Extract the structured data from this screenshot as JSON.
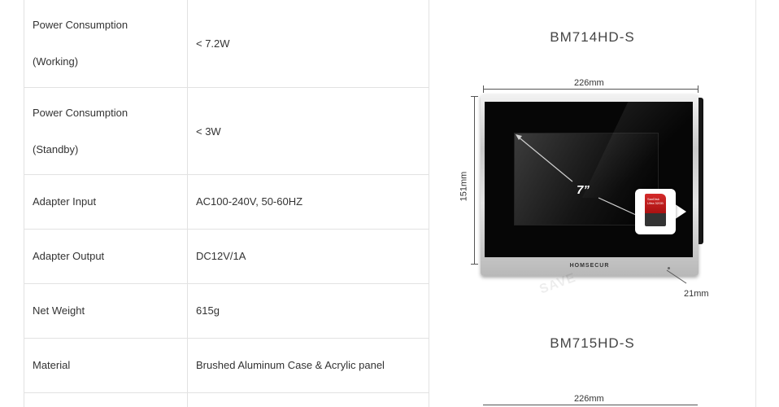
{
  "specs": [
    {
      "label_line1": "Power Consumption",
      "label_line2": "(Working)",
      "value": "< 7.2W"
    },
    {
      "label_line1": "Power Consumption",
      "label_line2": "(Standby)",
      "value": "< 3W"
    },
    {
      "label": "Adapter Input",
      "value": "AC100-240V, 50-60HZ"
    },
    {
      "label": "Adapter Output",
      "value": "DC12V/1A"
    },
    {
      "label": "Net Weight",
      "value": "615g"
    },
    {
      "label": "Material",
      "value": "Brushed Aluminum Case & Acrylic panel"
    }
  ],
  "product_1": {
    "model": "BM714HD-S",
    "width_dim": "226mm",
    "height_dim": "151mm",
    "depth_dim": "21mm",
    "screen_size": "7”",
    "brand": "HOMSECUR",
    "sd_text": "SanDisk Ultra 32GB"
  },
  "product_2": {
    "model": "BM715HD-S",
    "width_dim": "226mm"
  },
  "watermark": "SAVE"
}
